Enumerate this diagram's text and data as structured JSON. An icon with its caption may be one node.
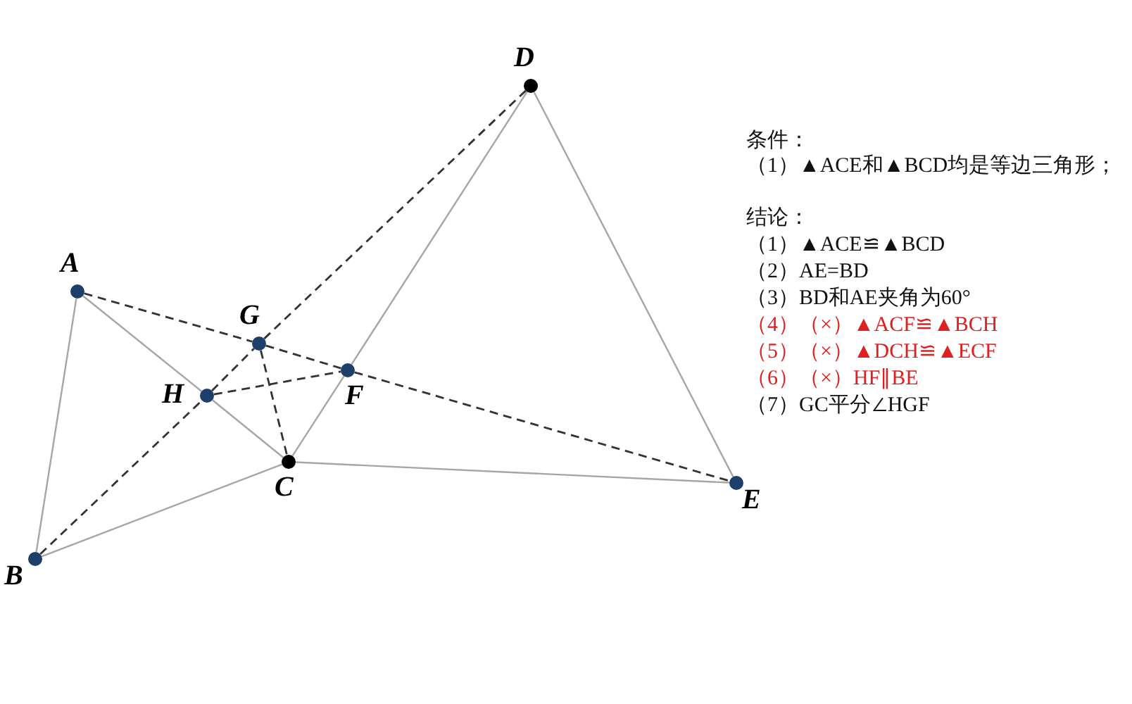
{
  "diagram": {
    "nodes": [
      {
        "text": [
          "A"
        ]
      },
      {
        "text": [
          "B"
        ]
      },
      {
        "text": [
          "C"
        ]
      },
      {
        "text": [
          "D"
        ]
      },
      {
        "text": [
          "E"
        ]
      },
      {
        "text": [
          "F"
        ]
      },
      {
        "text": [
          "G"
        ]
      },
      {
        "text": [
          "H"
        ]
      }
    ],
    "edges": [
      {
        "from": 0,
        "to": 1,
        "arrow": "none",
        "color": "#a6a6a6"
      },
      {
        "from": 0,
        "to": 7,
        "arrow": "none",
        "color": "#a6a6a6"
      },
      {
        "from": 7,
        "to": 2,
        "arrow": "none",
        "color": "#a6a6a6"
      },
      {
        "from": 1,
        "to": 2,
        "arrow": "none",
        "color": "#a6a6a6"
      },
      {
        "from": 2,
        "to": 5,
        "arrow": "none",
        "color": "#a6a6a6"
      },
      {
        "from": 5,
        "to": 3,
        "arrow": "none",
        "color": "#a6a6a6"
      },
      {
        "from": 3,
        "to": 4,
        "arrow": "none",
        "color": "#a6a6a6"
      },
      {
        "from": 2,
        "to": 4,
        "arrow": "none",
        "color": "#a6a6a6"
      },
      {
        "from": 0,
        "to": 6,
        "arrow": "none",
        "style": "dashed",
        "color": "#333333"
      },
      {
        "from": 6,
        "to": 5,
        "arrow": "none",
        "style": "dashed",
        "color": "#333333"
      },
      {
        "from": 5,
        "to": 4,
        "arrow": "none",
        "style": "dashed",
        "color": "#333333"
      },
      {
        "from": 1,
        "to": 7,
        "arrow": "none",
        "style": "dashed",
        "color": "#333333"
      },
      {
        "from": 7,
        "to": 6,
        "arrow": "none",
        "style": "dashed",
        "color": "#333333"
      },
      {
        "from": 6,
        "to": 3,
        "arrow": "none",
        "style": "dashed",
        "color": "#333333"
      },
      {
        "from": 7,
        "to": 5,
        "arrow": "none",
        "style": "dashed",
        "color": "#333333"
      },
      {
        "from": 6,
        "to": 2,
        "arrow": "none",
        "style": "dashed",
        "color": "#333333"
      }
    ],
    "labels": [
      "条件：",
      "（1）▲ACE和▲BCD均是等边三角形；",
      "结论：",
      "（1）▲ACE≌▲BCD",
      "（2）AE=BD",
      "（3）BD和AE夹角为60°",
      "（4）（×）▲ACF≌▲BCH",
      "（5）（×）▲DCH≌▲ECF",
      "（6）（×）HF∥BE",
      "（7）GC平分∠HGF"
    ]
  }
}
